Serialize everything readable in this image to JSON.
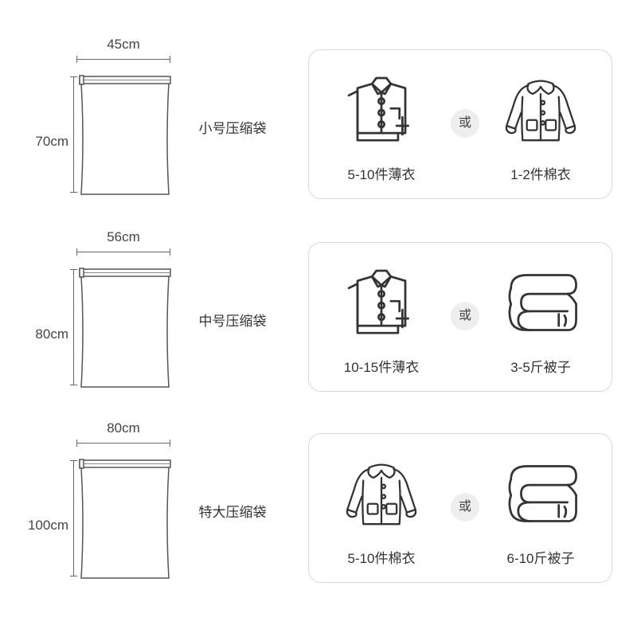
{
  "rows": [
    {
      "width_label": "45cm",
      "height_label": "70cm",
      "bag_name": "小号压缩袋",
      "or_label": "或",
      "left": {
        "icon": "shirt-icon",
        "caption": "5-10件薄衣"
      },
      "right": {
        "icon": "padded-coat-icon",
        "caption": "1-2件棉衣"
      }
    },
    {
      "width_label": "56cm",
      "height_label": "80cm",
      "bag_name": "中号压缩袋",
      "or_label": "或",
      "left": {
        "icon": "shirt-icon",
        "caption": "10-15件薄衣"
      },
      "right": {
        "icon": "folded-quilt-icon",
        "caption": "3-5斤被子"
      }
    },
    {
      "width_label": "80cm",
      "height_label": "100cm",
      "bag_name": "特大压缩袋",
      "or_label": "或",
      "left": {
        "icon": "padded-coat-icon",
        "caption": "5-10件棉衣"
      },
      "right": {
        "icon": "folded-quilt-icon",
        "caption": "6-10斤被子"
      }
    }
  ],
  "colors": {
    "line": "#333333",
    "card_border": "#d8d8d8",
    "badge_bg": "#eeeeee",
    "text": "#333333"
  }
}
